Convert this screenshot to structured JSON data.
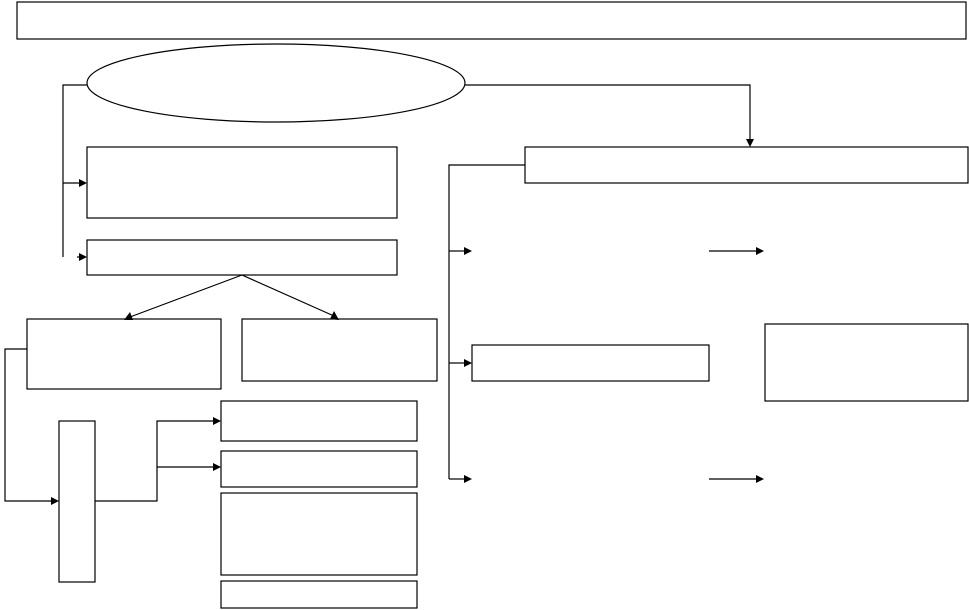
{
  "diagram": {
    "type": "flowchart",
    "stroke_color": "#000000",
    "fill_color": "#ffffff",
    "background": "#ffffff",
    "nodes": [
      {
        "id": "header-banner",
        "shape": "rectangle",
        "text": ""
      },
      {
        "id": "root-ellipse",
        "shape": "ellipse",
        "text": ""
      },
      {
        "id": "left-box-1",
        "shape": "rectangle",
        "text": ""
      },
      {
        "id": "left-box-2",
        "shape": "rectangle",
        "text": ""
      },
      {
        "id": "branch-box-left",
        "shape": "rectangle",
        "text": ""
      },
      {
        "id": "branch-box-right",
        "shape": "rectangle",
        "text": ""
      },
      {
        "id": "vertical-box",
        "shape": "rectangle",
        "text": ""
      },
      {
        "id": "stack-box-1",
        "shape": "rectangle",
        "text": ""
      },
      {
        "id": "stack-box-2",
        "shape": "rectangle",
        "text": ""
      },
      {
        "id": "stack-box-3",
        "shape": "rectangle",
        "text": ""
      },
      {
        "id": "stack-box-4",
        "shape": "rectangle",
        "text": ""
      },
      {
        "id": "right-header-box",
        "shape": "rectangle",
        "text": ""
      },
      {
        "id": "right-middle-box",
        "shape": "rectangle",
        "text": ""
      },
      {
        "id": "far-right-box",
        "shape": "rectangle",
        "text": ""
      }
    ],
    "edges": [
      {
        "from": "root-ellipse",
        "to": "left-box-1"
      },
      {
        "from": "root-ellipse",
        "to": "left-box-2"
      },
      {
        "from": "root-ellipse",
        "to": "right-header-box"
      },
      {
        "from": "left-box-2",
        "to": "branch-box-left"
      },
      {
        "from": "left-box-2",
        "to": "branch-box-right"
      },
      {
        "from": "branch-box-left",
        "to": "vertical-box"
      },
      {
        "from": "vertical-box",
        "to": "stack-box-1"
      },
      {
        "from": "vertical-box",
        "to": "stack-box-2"
      },
      {
        "from": "right-header-box",
        "to": "right-item-top"
      },
      {
        "from": "right-header-box",
        "to": "right-middle-box"
      },
      {
        "from": "right-header-box",
        "to": "right-item-bottom"
      },
      {
        "from": "right-item-top",
        "to": "far-right-top"
      },
      {
        "from": "right-item-bottom",
        "to": "far-right-bottom"
      }
    ]
  }
}
